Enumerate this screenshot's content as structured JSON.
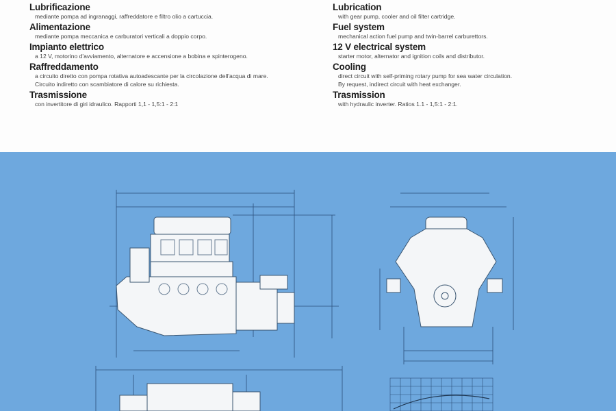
{
  "italian": [
    {
      "title": "Lubrificazione",
      "lines": [
        "mediante pompa ad ingranaggi, raffreddatore e filtro olio a cartuccia."
      ]
    },
    {
      "title": "Alimentazione",
      "lines": [
        "mediante pompa meccanica e carburatori verticali a doppio corpo."
      ]
    },
    {
      "title": "Impianto elettrico",
      "lines": [
        "a 12 V, motorino d'avviamento, alternatore e accensione a bobina e spinterogeno."
      ]
    },
    {
      "title": "Raffreddamento",
      "lines": [
        "a circuito diretto con pompa rotativa autoadescante per la circolazione dell'acqua di mare.",
        "Circuito indiretto con scambiatore di calore su richiesta."
      ]
    },
    {
      "title": "Trasmissione",
      "lines": [
        "con invertitore di giri idraulico. Rapporti 1,1 - 1,5:1 - 2:1"
      ]
    }
  ],
  "english": [
    {
      "title": "Lubrication",
      "lines": [
        "with gear pump, cooler and oil filter cartridge."
      ]
    },
    {
      "title": "Fuel system",
      "lines": [
        "mechanical action fuel pump and twin-barrel carburettors."
      ]
    },
    {
      "title": "12 V electrical system",
      "lines": [
        "starter motor, alternator and ignition coils and distributor."
      ]
    },
    {
      "title": "Cooling",
      "lines": [
        "direct circuit with self-priming rotary pump for sea water circulation.",
        "By request, indirect circuit with heat exchanger."
      ]
    },
    {
      "title": "Trasmission",
      "lines": [
        "with hydraulic inverter. Ratios 1.1 - 1,5:1 - 2:1."
      ]
    }
  ],
  "colors": {
    "panel": "#6ea8de",
    "line": "#2b4f7a",
    "engine": "#f4f6f8"
  }
}
